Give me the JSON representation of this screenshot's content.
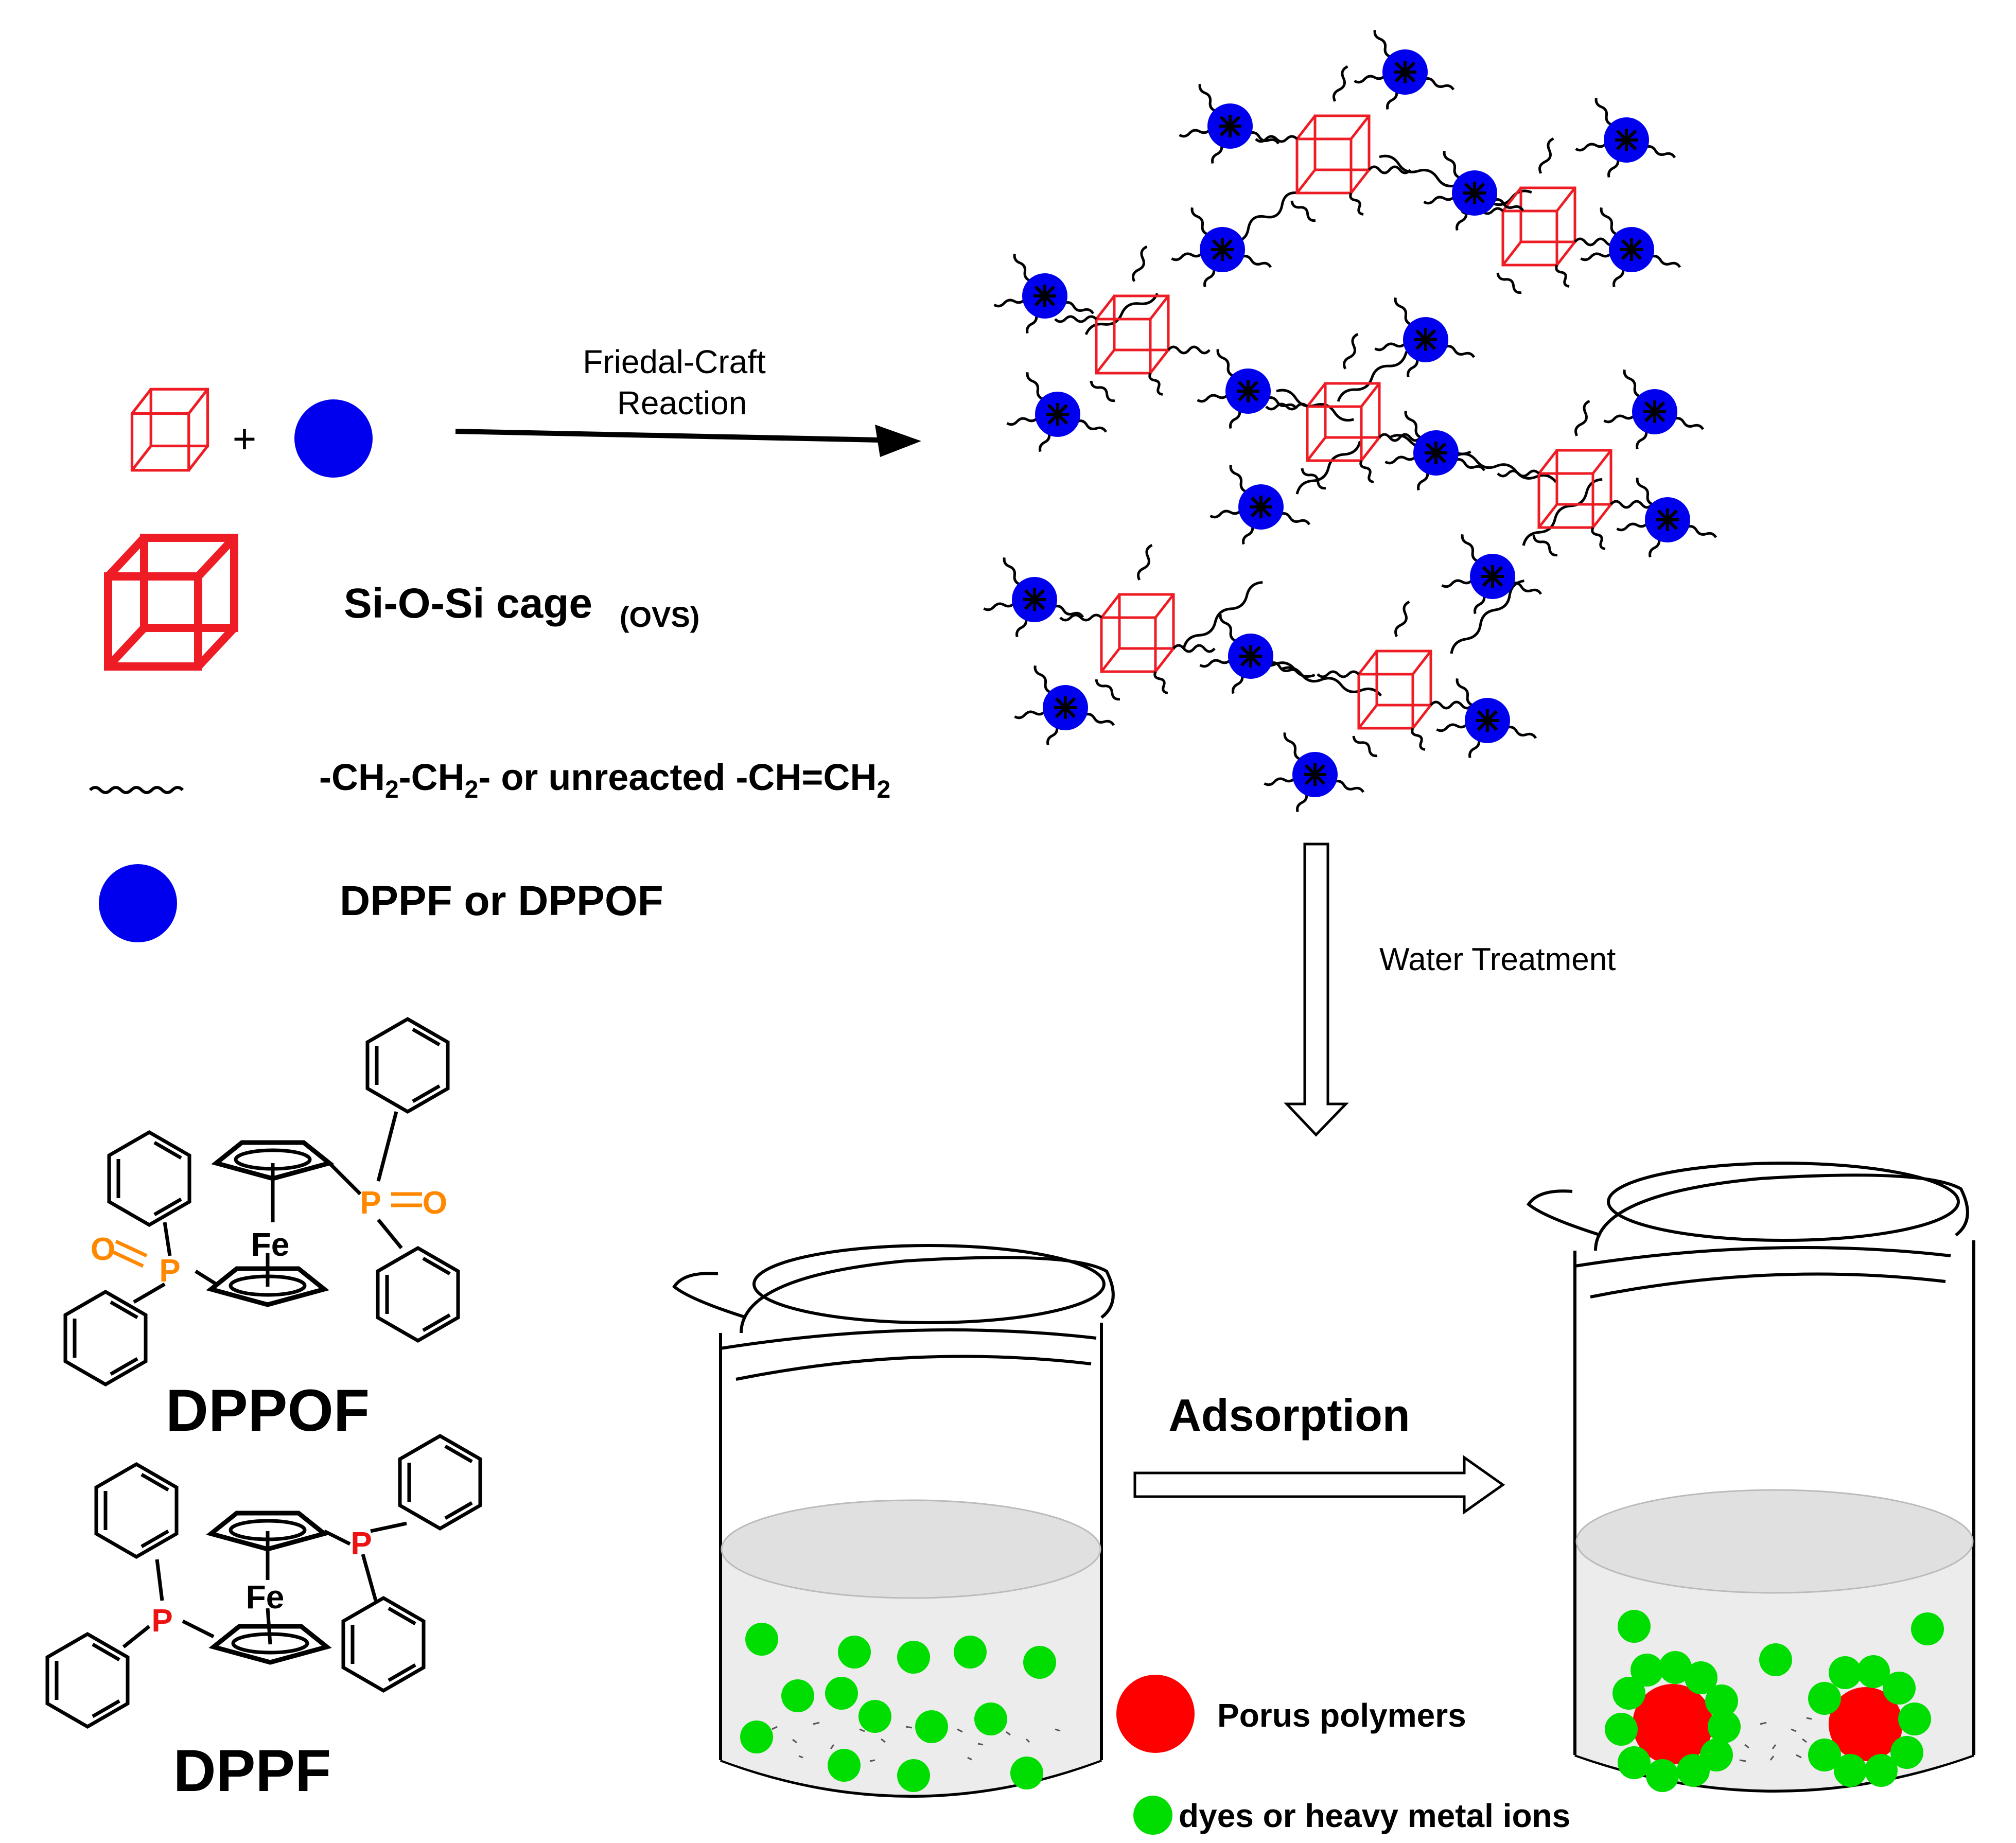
{
  "reaction": {
    "arrow_label_line1": "Friedal-Craft",
    "arrow_label_line2": "Reaction",
    "plus": "+",
    "treatment_label": "Water Treatment",
    "adsorption_label": "Adsorption"
  },
  "legend": {
    "cage_label": "Si-O-Si cage",
    "cage_sub": "(OVS)",
    "chain_label_parts": [
      "-CH",
      "2",
      "-CH",
      "2",
      "- or unreacted -CH=CH",
      "2"
    ],
    "ferrocene_label": "DPPF or DPPOF",
    "polymer_label": "Porus polymers",
    "dye_label": "dyes or heavy metal ions"
  },
  "molecules": {
    "dppof": {
      "name": "DPPOF",
      "fe": "Fe",
      "p": "P",
      "o": "O"
    },
    "dppf": {
      "name": "DPPF",
      "fe": "Fe",
      "p": "P"
    }
  },
  "colors": {
    "cage": "#ee1c24",
    "ferrocene_unit": "#0000ee",
    "porous_polymer": "#ff0000",
    "dye": "#00dd00",
    "phosphine_oxide": "#ff8800",
    "phosphine": "#ee1111"
  }
}
